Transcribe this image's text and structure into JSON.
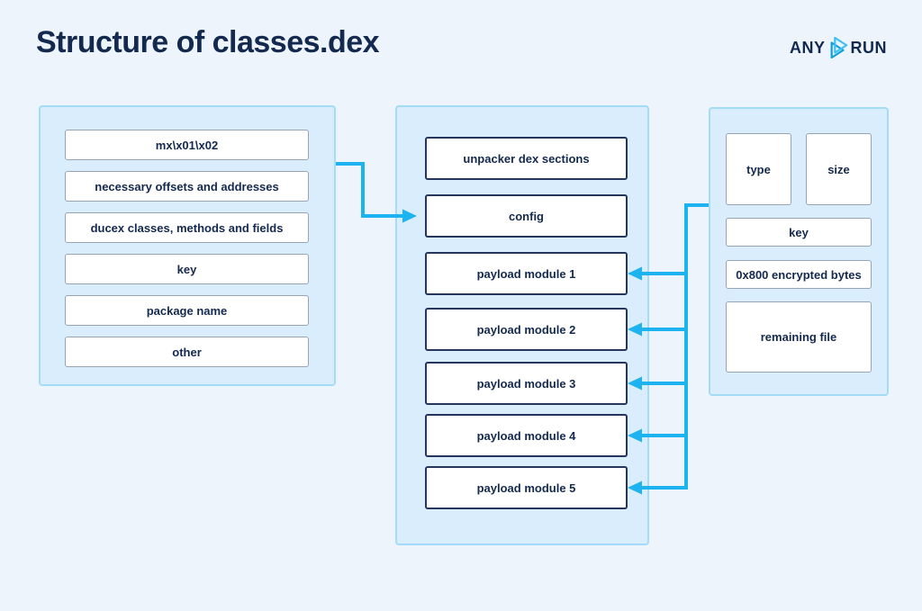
{
  "title": "Structure of classes.dex",
  "logo": {
    "left": "ANY",
    "right": "RUN",
    "icon": "play-icon"
  },
  "colors": {
    "background": "#edf4fc",
    "panel-fill": "#d9edfc",
    "panel-border": "#a4dcf8",
    "box-border-dark": "#25355c",
    "box-border-gray": "#97a4b3",
    "text": "#14294e",
    "arrow": "#1db2f0",
    "box-fill": "#ffffff"
  },
  "panels": {
    "left": {
      "items": [
        "mx\\x01\\x02",
        "necessary offsets and addresses",
        "ducex classes, methods and fields",
        "key",
        "package name",
        "other"
      ]
    },
    "middle": {
      "items": [
        "unpacker dex sections",
        "config",
        "payload module 1",
        "payload module 2",
        "payload module 3",
        "payload module 4",
        "payload module 5"
      ]
    },
    "right": {
      "top_row": [
        "type",
        "size"
      ],
      "items": [
        "key",
        "0x800 encrypted bytes",
        "remaining file"
      ]
    }
  },
  "connections": [
    "left-panel to config",
    "right-panel to payload module 1",
    "right-panel to payload module 2",
    "right-panel to payload module 3",
    "right-panel to payload module 4",
    "right-panel to payload module 5"
  ]
}
